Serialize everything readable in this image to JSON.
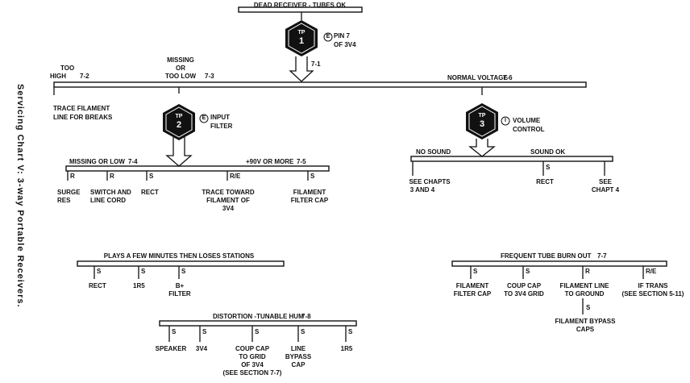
{
  "side_title": "Servicing Chart V: 3-way Portable Receivers.",
  "top": {
    "title": "DEAD RECEIVER - TUBES OK",
    "tp_label": "TP",
    "tp_num": "1",
    "meas": "E",
    "note_l1": "PIN 7",
    "note_l2": "OF 3V4",
    "step": "7-1"
  },
  "main_bar": {
    "too_high_l1": "TOO",
    "too_high_l2": "HIGH",
    "too_high_num": "7-2",
    "missing_l1": "MISSING",
    "missing_l2": "OR",
    "missing_l3": "TOO LOW",
    "missing_num": "7-3",
    "normal": "NORMAL VOLTAGE",
    "normal_num": "7-6"
  },
  "trace_l1": "TRACE FILAMENT",
  "trace_l2": "LINE FOR BREAKS",
  "tp2": {
    "tp_label": "TP",
    "tp_num": "2",
    "meas": "E",
    "note_l1": "INPUT",
    "note_l2": "FILTER"
  },
  "tp3": {
    "tp_label": "TP",
    "tp_num": "3",
    "meas": "I",
    "note_l1": "VOLUME",
    "note_l2": "CONTROL"
  },
  "left_bar": {
    "missing_low": "MISSING OR LOW",
    "missing_low_num": "7-4",
    "plus90": "+90V OR MORE",
    "plus90_num": "7-5",
    "items": [
      {
        "code": "R",
        "l1": "SURGE",
        "l2": "RES"
      },
      {
        "code": "R",
        "l1": "SWITCH AND",
        "l2": "LINE CORD"
      },
      {
        "code": "S",
        "l1": "RECT"
      },
      {
        "code": "R/E",
        "l1": "TRACE TOWARD",
        "l2": "FILAMENT OF",
        "l3": "3V4"
      },
      {
        "code": "S",
        "l1": "FILAMENT",
        "l2": "FILTER CAP"
      }
    ]
  },
  "right_bar": {
    "no_sound": "NO SOUND",
    "sound_ok": "SOUND OK",
    "items": [
      {
        "l1": "SEE CHAPTS",
        "l2": "3 AND 4"
      },
      {
        "code": "S",
        "l1": "RECT"
      },
      {
        "l1": "SEE",
        "l2": "CHAPT 4"
      }
    ]
  },
  "plays": {
    "title": "PLAYS A FEW MINUTES THEN LOSES STATIONS",
    "items": [
      {
        "code": "S",
        "l1": "RECT"
      },
      {
        "code": "S",
        "l1": "1R5"
      },
      {
        "code": "S",
        "l1": "B+",
        "l2": "FILTER"
      }
    ]
  },
  "distortion": {
    "title": "DISTORTION -TUNABLE HUM",
    "num": "7-8",
    "items": [
      {
        "code": "S",
        "l1": "SPEAKER"
      },
      {
        "code": "S",
        "l1": "3V4"
      },
      {
        "code": "S",
        "l1": "COUP CAP",
        "l2": "TO GRID",
        "l3": "OF 3V4",
        "l4": "(SEE SECTION 7-7)"
      },
      {
        "code": "S",
        "l1": "LINE",
        "l2": "BYPASS",
        "l3": "CAP"
      },
      {
        "code": "S",
        "l1": "1R5"
      }
    ]
  },
  "burnout": {
    "title": "FREQUENT TUBE BURN OUT",
    "num": "7-7",
    "items": [
      {
        "code": "S",
        "l1": "FILAMENT",
        "l2": "FILTER CAP"
      },
      {
        "code": "S",
        "l1": "COUP CAP",
        "l2": "TO 3V4 GRID"
      },
      {
        "code": "R",
        "l1": "FILAMENT LINE",
        "l2": "TO GROUND"
      },
      {
        "code": "R/E",
        "l1": "IF TRANS",
        "l2": "(SEE SECTION 5-11)"
      }
    ],
    "sub": {
      "code": "S",
      "l1": "FILAMENT BYPASS",
      "l2": "CAPS"
    }
  }
}
